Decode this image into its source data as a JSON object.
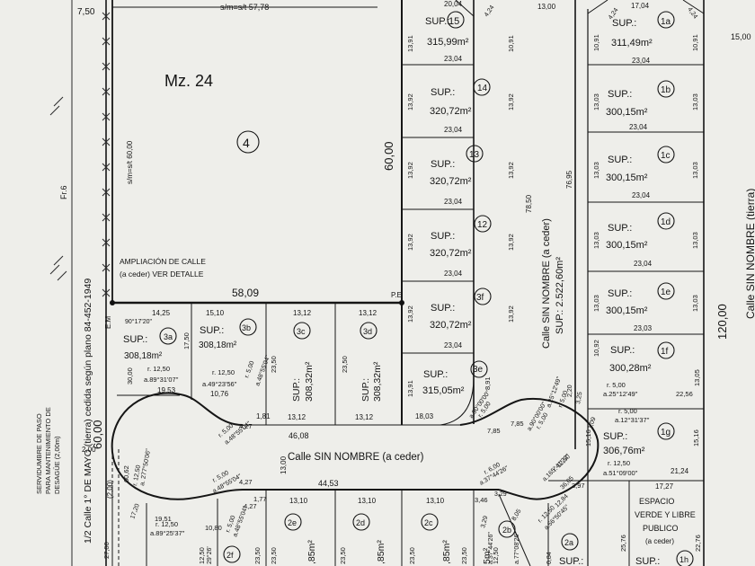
{
  "block": {
    "label": "Mz. 24",
    "lot_number": "4"
  },
  "top_left": {
    "dim_7_50": "7,50",
    "sm_top": "s/m=s/t 57,78",
    "sm_side": "s/m=s/t 60,00",
    "fr": "Fr.6"
  },
  "streets": {
    "left_vertical": "1/2 Calle 1° DE MAYO (tierra) cedida según plano 84-452-1949",
    "right_vertical": "Calle SIN NOMBRE (tierra)",
    "center_vertical_name": "Calle SIN NOMBRE (a ceder)",
    "center_vertical_sup": "SUP.: 2.522,60m²",
    "bottom_horizontal": "Calle SIN NOMBRE (a ceder)"
  },
  "notes": {
    "ampliacion_line1": "AMPLIACIÓN DE CALLE",
    "ampliacion_line2": "(a ceder) VER DETALLE",
    "servidumbre": [
      "SERVIDUMBRE DE PASO",
      "PARA MANTENIMIENTO DE",
      "DESAGÜE (2,00m)"
    ],
    "espacio": [
      "ESPACIO",
      "VERDE Y LIBRE",
      "PUBLICO",
      "(a ceder)"
    ],
    "em": "E.M",
    "pe": "P.E"
  },
  "dimensions": {
    "d58_09": "58,09",
    "d60_top": "60,00",
    "d60_left": "60,00",
    "d120": "120,00",
    "d15_00": "15,00",
    "d2_00": "2,00",
    "d2_00b": "(2,00)",
    "d78_50": "78,50",
    "d76_95": "76,95",
    "d46_08": "46,08",
    "d44_53": "44,53",
    "d13_00": "13,00",
    "d20_04": "20,04",
    "d13_00_top": "13,00",
    "d17_04": "17,04",
    "d4_24a": "4,24",
    "d4_24b": "4,24",
    "d4_24c": "4,24"
  },
  "lots_right": [
    {
      "id": "15",
      "sup": "315,99m²",
      "l": "13,91",
      "r": "10,91",
      "b": "23,04"
    },
    {
      "id": "14",
      "sup": "320,72m²",
      "l": "13,92",
      "r": "13,92",
      "b": "23,04"
    },
    {
      "id": "13",
      "sup": "320,72m²",
      "l": "13,92",
      "r": "13,92",
      "b": "23,04"
    },
    {
      "id": "12",
      "sup": "320,72m²",
      "l": "13,92",
      "r": "13,92",
      "b": "23,04"
    },
    {
      "id": "3f",
      "sup": "320,72m²",
      "l": "13,92",
      "r": "13,92",
      "b": "23,04"
    },
    {
      "id": "3e",
      "sup": "315,05m²",
      "l": "13,91",
      "r": "8,91",
      "b": "18,03"
    }
  ],
  "lots_far_right": [
    {
      "id": "1a",
      "sup": "311,49m²",
      "l": "10,91",
      "r": "10,91",
      "b": "23,04"
    },
    {
      "id": "1b",
      "sup": "300,15m²",
      "l": "13,03",
      "r": "13,03",
      "b": "23,04"
    },
    {
      "id": "1c",
      "sup": "300,15m²",
      "l": "13,03",
      "r": "13,03",
      "b": "23,04"
    },
    {
      "id": "1d",
      "sup": "300,15m²",
      "l": "13,03",
      "r": "13,03",
      "b": "23,04"
    },
    {
      "id": "1e",
      "sup": "300,15m²",
      "l": "13,03",
      "r": "13,03",
      "b": "23,03"
    },
    {
      "id": "1f",
      "sup": "300,28m²",
      "l": "10,92",
      "r": "13,05",
      "b": ""
    },
    {
      "id": "1g",
      "sup": "306,76m²",
      "l": "15,16",
      "r": "15,16",
      "b": "21,24"
    }
  ],
  "lots_mid": [
    {
      "id": "3a",
      "sup": "308,18m²",
      "top": "14,25",
      "side": "17,50",
      "bot": "19,53",
      "ang": "90°17'20\"",
      "ang2": "a.89°31'07\"",
      "r": "r. 12,50",
      "h": "30,00"
    },
    {
      "id": "3b",
      "sup": "308,18m²",
      "top": "15,10",
      "side": "23,50",
      "bot": "10,76",
      "ang": "a.49°23'56\"",
      "r": "r. 12,50",
      "ang3": "a.48°55'04\"",
      "r2": "r. 5,00",
      "d": "1,81"
    },
    {
      "id": "3c",
      "sup": "308,32m²",
      "top": "13,12",
      "side": "23,50",
      "bot": "13,12"
    },
    {
      "id": "3d",
      "sup": "308,32m²",
      "top": "13,12",
      "side": "23,50",
      "bot": "13,12"
    }
  ],
  "arc_labels": {
    "a1": "r. 5,00",
    "a1b": "a.90°00'00\"",
    "a1c": "7,85",
    "a2": "r. 5,00",
    "a2b": "a.90°00'00\"",
    "a2c": "7,85",
    "a3": "r. 5,00",
    "a3b": "a.25°12'49\"",
    "a3c": "3,25",
    "a3d": "2,20",
    "a4": "r. 5,00",
    "a4b": "a.25°12'49\"",
    "a4c": "22,56",
    "a5": "r. 5,00",
    "a5b": "a.12°31'37\"",
    "a5c": "1,09",
    "a6": "r. 12,50",
    "a6b": "a.51°09'00\"",
    "a7": "r. 12,50",
    "a7b": "a.165°41'23\"",
    "a7c": "36,05",
    "a8": "r. 6,00",
    "a8b": "a.37°44'26\"",
    "a8c": "3,29",
    "left_r": "r. 12,50",
    "left_a": "a. 277°50'06\"",
    "left_d": "60,62",
    "left_r2": "r. 5,00",
    "left_a2": "a.48°55'04\"",
    "left_d2": "4,27",
    "left_r3": "r. 5,00",
    "left_a3": "a.48°55'04\"",
    "left_d3": "4,27",
    "bl_r": "r. 12,50",
    "bl_a": "a.89°25'37\"",
    "bl_d": "19,51",
    "bl_d2": "17,20"
  },
  "lots_bottom": [
    {
      "id": "2f",
      "v1": "12,50",
      "v2": "23,50",
      "v3": "10,80",
      "ang": "29°26'",
      "d": "1,77",
      "r": "r. 5,00",
      "a": "a.48°55'04\"",
      "d2": "4,27"
    },
    {
      "id": "2e",
      "top": "13,10",
      "v1": "23,50",
      "sup": ",85m²"
    },
    {
      "id": "2d",
      "top": "13,10",
      "v1": "23,50",
      "sup": ",85m²"
    },
    {
      "id": "2c",
      "top": "13,10",
      "v1": "23,50",
      "sup": ",85m²"
    },
    {
      "id": "2b",
      "top": "3,46",
      "v1": "3,29",
      "v2": "12,50",
      "a": "a.37°44'26\"",
      "a2": "a.77°08'26\"",
      "sup": "5m²",
      "d": "8,05"
    },
    {
      "id": "2a",
      "r": "r. 12,50",
      "a": "a.56°50'45\"",
      "d": "12,84",
      "d2": "3,97",
      "d3": "0,84",
      "sup": "SUP.:"
    },
    {
      "id": "1h",
      "top": "17,27",
      "v1": "25,76",
      "v2": "22,76",
      "sup": "SUP.:"
    }
  ],
  "bottom_misc": {
    "d27_00": "27,00",
    "d13_00": "13,00",
    "d23_50": "23,50",
    "d12_50": "12,50",
    "sup_label": "SUP.:"
  }
}
